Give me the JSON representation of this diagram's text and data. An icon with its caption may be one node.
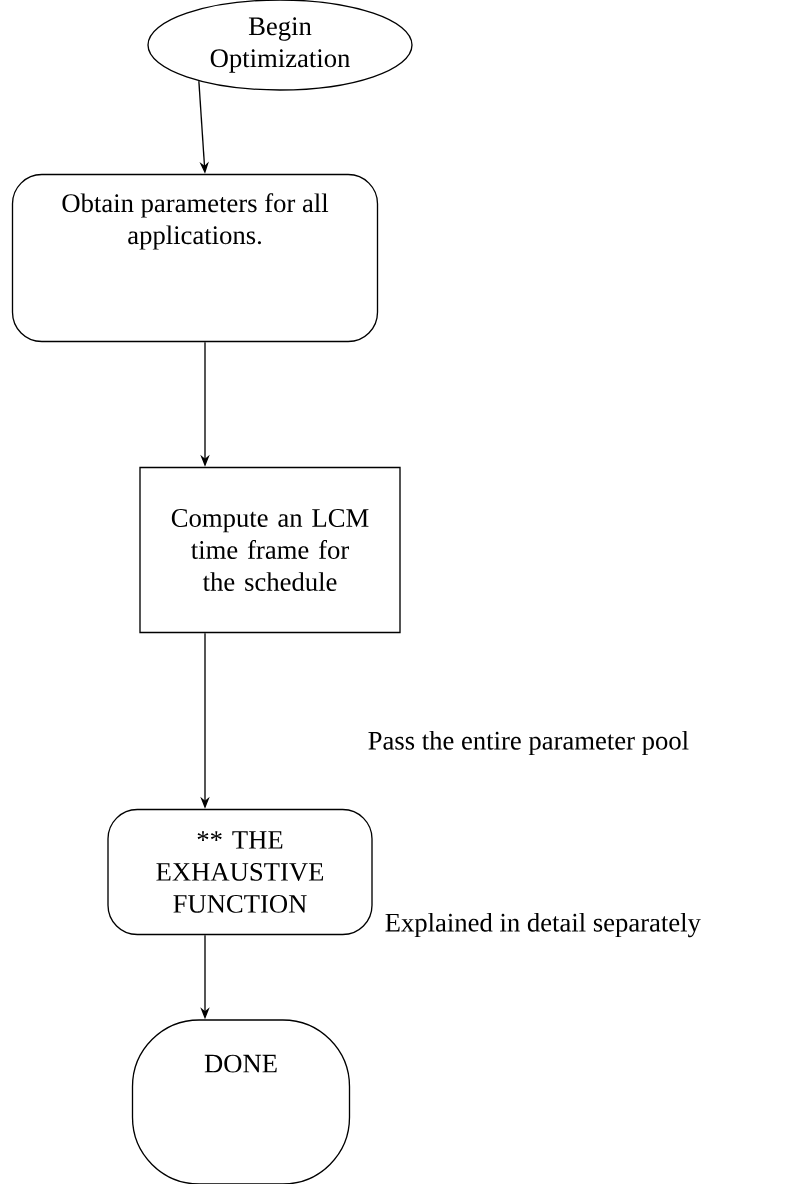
{
  "diagram": {
    "nodes": [
      {
        "text": [
          "Begin Optimization"
        ]
      },
      {
        "text": [
          "Obtain parameters for all applications."
        ]
      },
      {
        "text": [
          "Compute an LCM time frame for the schedule"
        ]
      },
      {
        "text": [
          "** THE EXHAUSTIVE FUNCTION"
        ]
      },
      {
        "text": [
          "DONE"
        ]
      }
    ],
    "edges": [
      {
        "from": 0,
        "to": 1,
        "arrow": "to"
      },
      {
        "from": 1,
        "to": 2,
        "arrow": "to"
      },
      {
        "from": 2,
        "to": 3,
        "arrow": "to"
      },
      {
        "from": 3,
        "to": 4,
        "arrow": "to"
      }
    ],
    "labels": [
      "Pass the entire parameter pool",
      "Explained in detail separately"
    ]
  }
}
